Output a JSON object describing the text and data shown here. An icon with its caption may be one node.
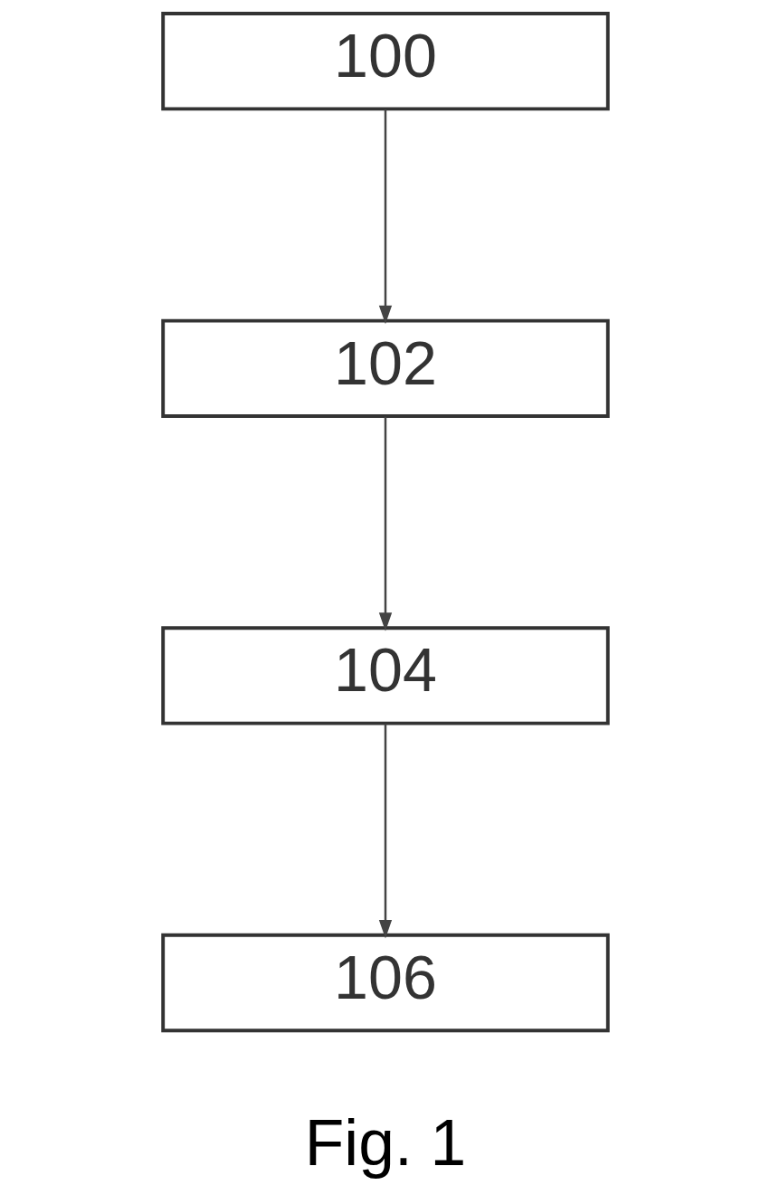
{
  "diagram": {
    "caption": "Fig. 1",
    "nodes": [
      {
        "text": [
          "100"
        ]
      },
      {
        "text": [
          "102"
        ]
      },
      {
        "text": [
          "104"
        ]
      },
      {
        "text": [
          "106"
        ]
      }
    ],
    "edges": [
      {
        "from": 0,
        "to": 1,
        "arrow": "to"
      },
      {
        "from": 1,
        "to": 2,
        "arrow": "to"
      },
      {
        "from": 2,
        "to": 3,
        "arrow": "to"
      }
    ]
  }
}
